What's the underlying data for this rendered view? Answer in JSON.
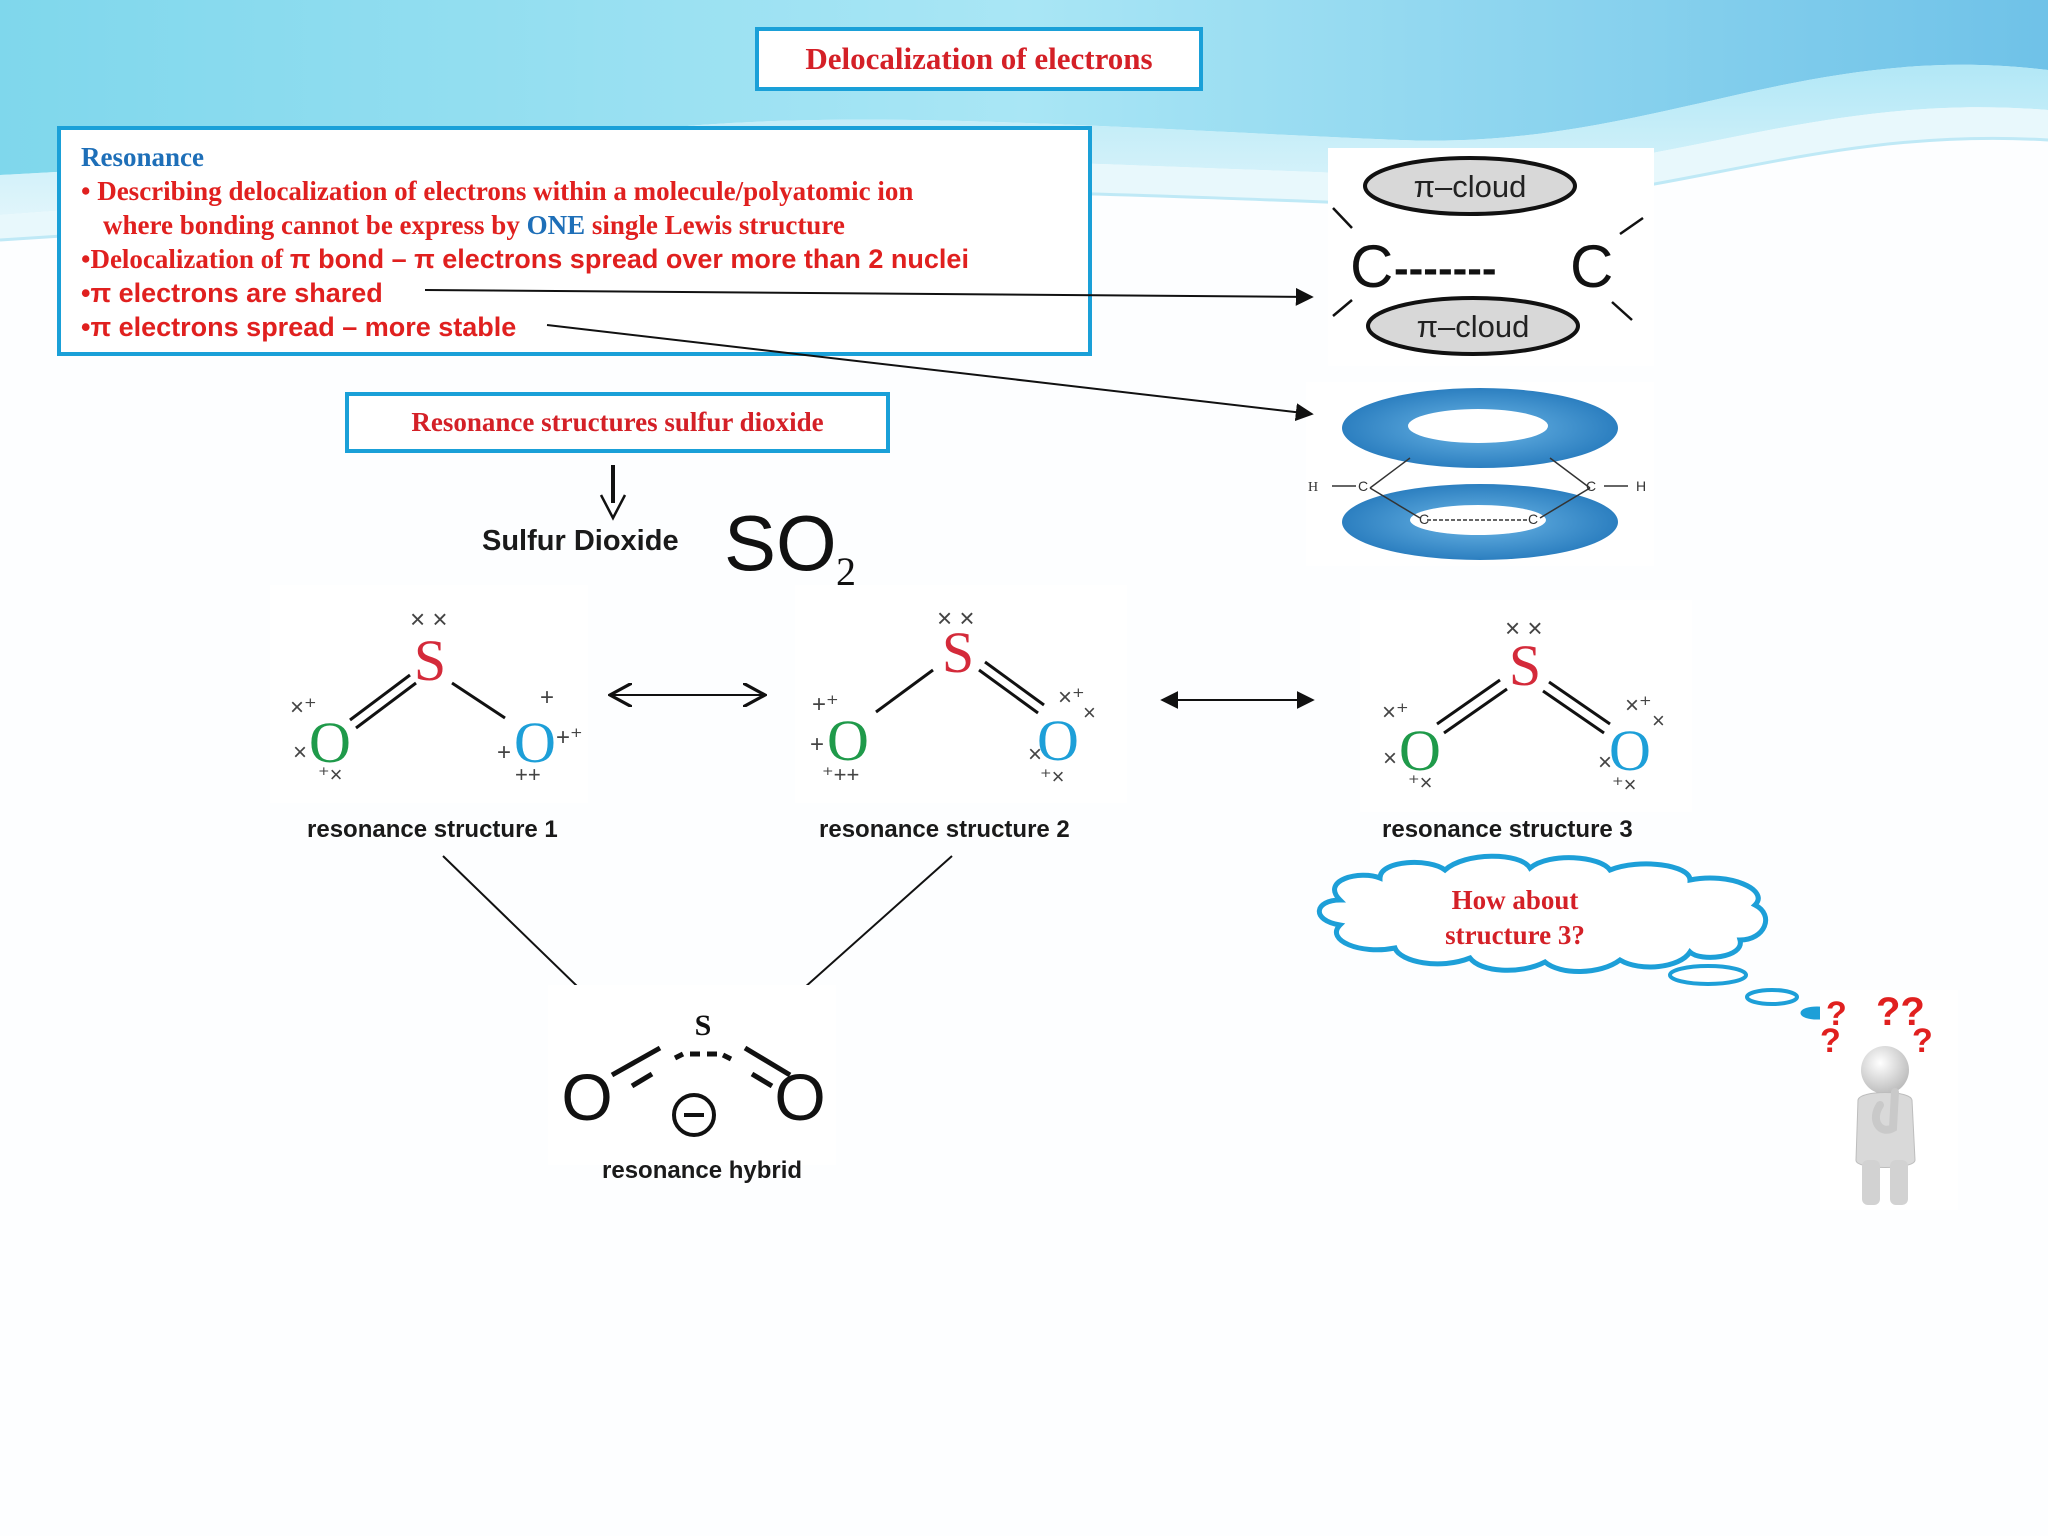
{
  "title": "Delocalization of electrons",
  "resonance_box": {
    "heading": "Resonance",
    "bullet1_line1": "• Describing delocalization of electrons within a molecule/polyatomic ion",
    "bullet1_line2_before": "where bonding cannot be express by ",
    "bullet1_line2_highlight": "ONE",
    "bullet1_line2_after": " single Lewis structure",
    "bullet2_prefix": "•Delocalization of ",
    "bullet2_rest": "π bond – π electrons spread over more than 2 nuclei",
    "bullet3": "•π electrons are shared",
    "bullet4": "•π electrons spread – more stable"
  },
  "subtitle": "Resonance structures sulfur dioxide",
  "compound": {
    "name": "Sulfur Dioxide",
    "formula_main": "SO",
    "formula_subscript": "2"
  },
  "pi_diagram": {
    "cloud_label": "π–cloud",
    "atom_left": "C",
    "atom_right": "C",
    "bond": "-------"
  },
  "ring_diagram": {
    "h_label": "H",
    "c_label": "C"
  },
  "structures": {
    "s_atom": "S",
    "o_atom": "O",
    "label_1": "resonance structure 1",
    "label_2": "resonance structure 2",
    "label_3": "resonance structure 3",
    "hybrid_label": "resonance hybrid",
    "hybrid_s": "S",
    "hybrid_o": "O",
    "hybrid_charge": "−"
  },
  "thought_bubble": {
    "line1": "How about",
    "line2": "structure 3?"
  },
  "colors": {
    "accent_red": "#d42027",
    "box_border": "#1aa0d8",
    "sulfur": "#d42a3a",
    "oxygen_green": "#1f9a4a",
    "oxygen_blue": "#1d9fd8",
    "torus_blue": "#3d97d3"
  }
}
